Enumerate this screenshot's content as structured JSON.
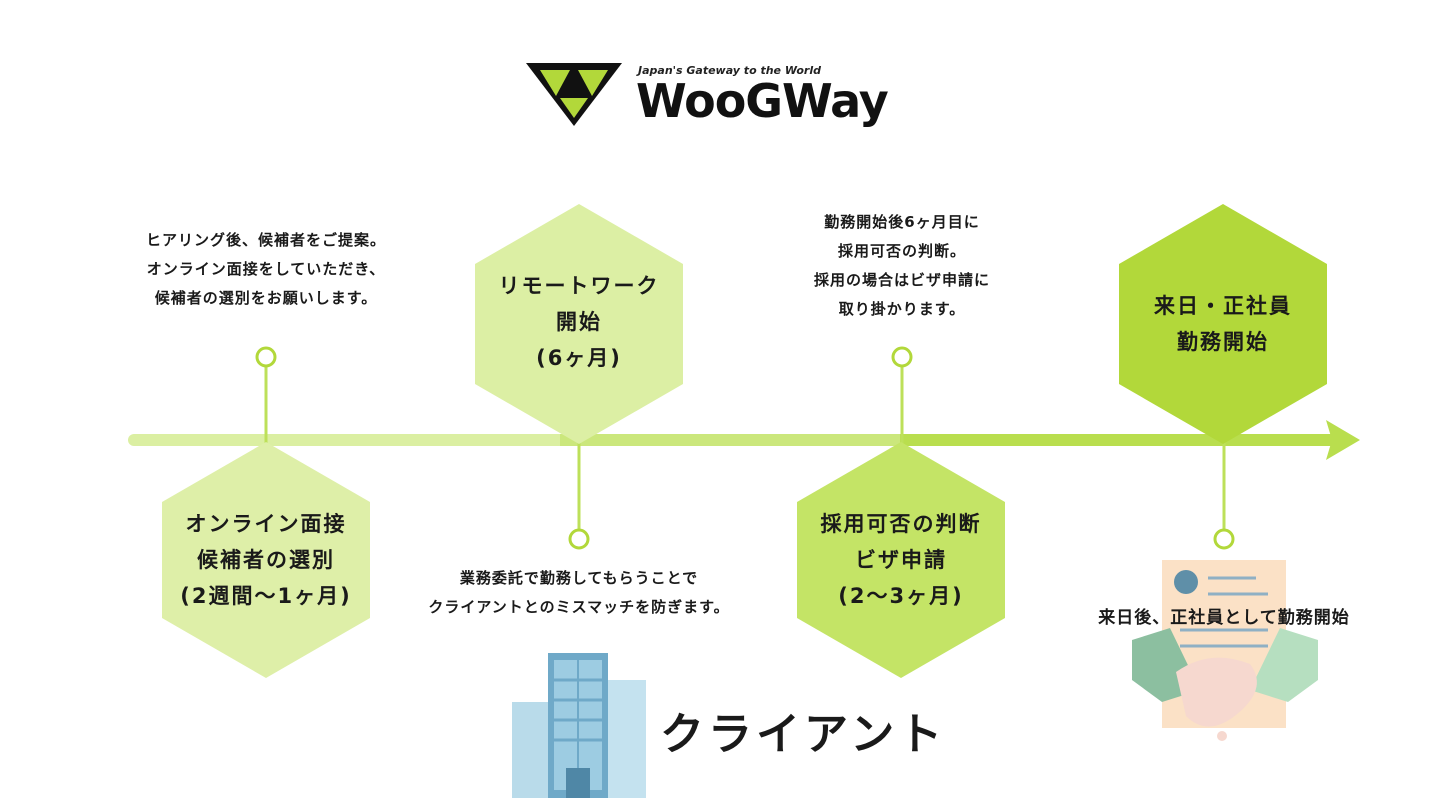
{
  "logo": {
    "tagline": "Japan's Gateway to the World",
    "name": "WooGWay",
    "mark_icon": "woogway-w-mark-icon"
  },
  "colors": {
    "line_light": "#d9eea0",
    "line_dark": "#b6dd4a",
    "hex_light": "#deefa8",
    "hex_mid": "#c6e46c",
    "hex_dark": "#b2d83a",
    "node_stroke": "#a6d13a"
  },
  "steps": [
    {
      "hex_lines": [
        "オンライン面接",
        "候補者の選別",
        "(2週間〜1ヶ月)"
      ],
      "desc_lines": [
        "ヒアリング後、候補者をご提案。",
        "オンライン面接をしていただき、",
        "候補者の選別をお願いします。"
      ]
    },
    {
      "hex_lines": [
        "リモートワーク",
        "開始",
        "(6ヶ月)"
      ],
      "desc_lines": [
        "業務委託で勤務してもらうことで",
        "クライアントとのミスマッチを防ぎます。"
      ]
    },
    {
      "hex_lines": [
        "採用可否の判断",
        "ビザ申請",
        "(2〜3ヶ月)"
      ],
      "desc_lines": [
        "勤務開始後6ヶ月目に",
        "採用可否の判断。",
        "採用の場合はビザ申請に",
        "取り掛かります。"
      ]
    },
    {
      "hex_lines": [
        "来日・正社員",
        "勤務開始"
      ],
      "desc_lines": [
        "来日後、正社員として勤務開始"
      ]
    }
  ],
  "client": {
    "label": "クライアント",
    "building_icon": "office-building-icon"
  },
  "contract_icon": "handshake-contract-icon"
}
